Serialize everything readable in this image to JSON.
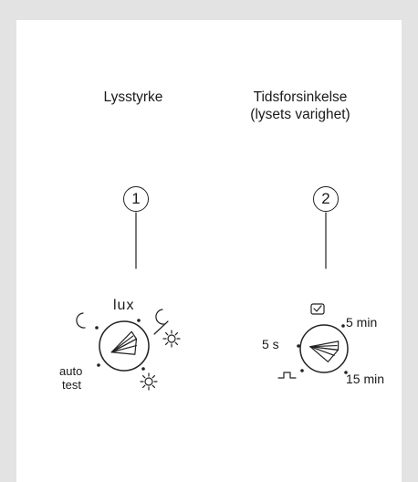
{
  "left": {
    "title": "Lysstyrke",
    "number": "1",
    "dial_label": "lux",
    "auto_label": "auto",
    "test_label": "test"
  },
  "right": {
    "title_line1": "Tidsforsinkelse",
    "title_line2": "(lysets varighet)",
    "number": "2",
    "min_label": "5 s",
    "max_label": "5 min",
    "mid_label": "15 min"
  },
  "icons": [
    "moon-icon",
    "moon-sun-split-icon",
    "sun-icon",
    "checkbox-icon",
    "pulse-icon"
  ]
}
